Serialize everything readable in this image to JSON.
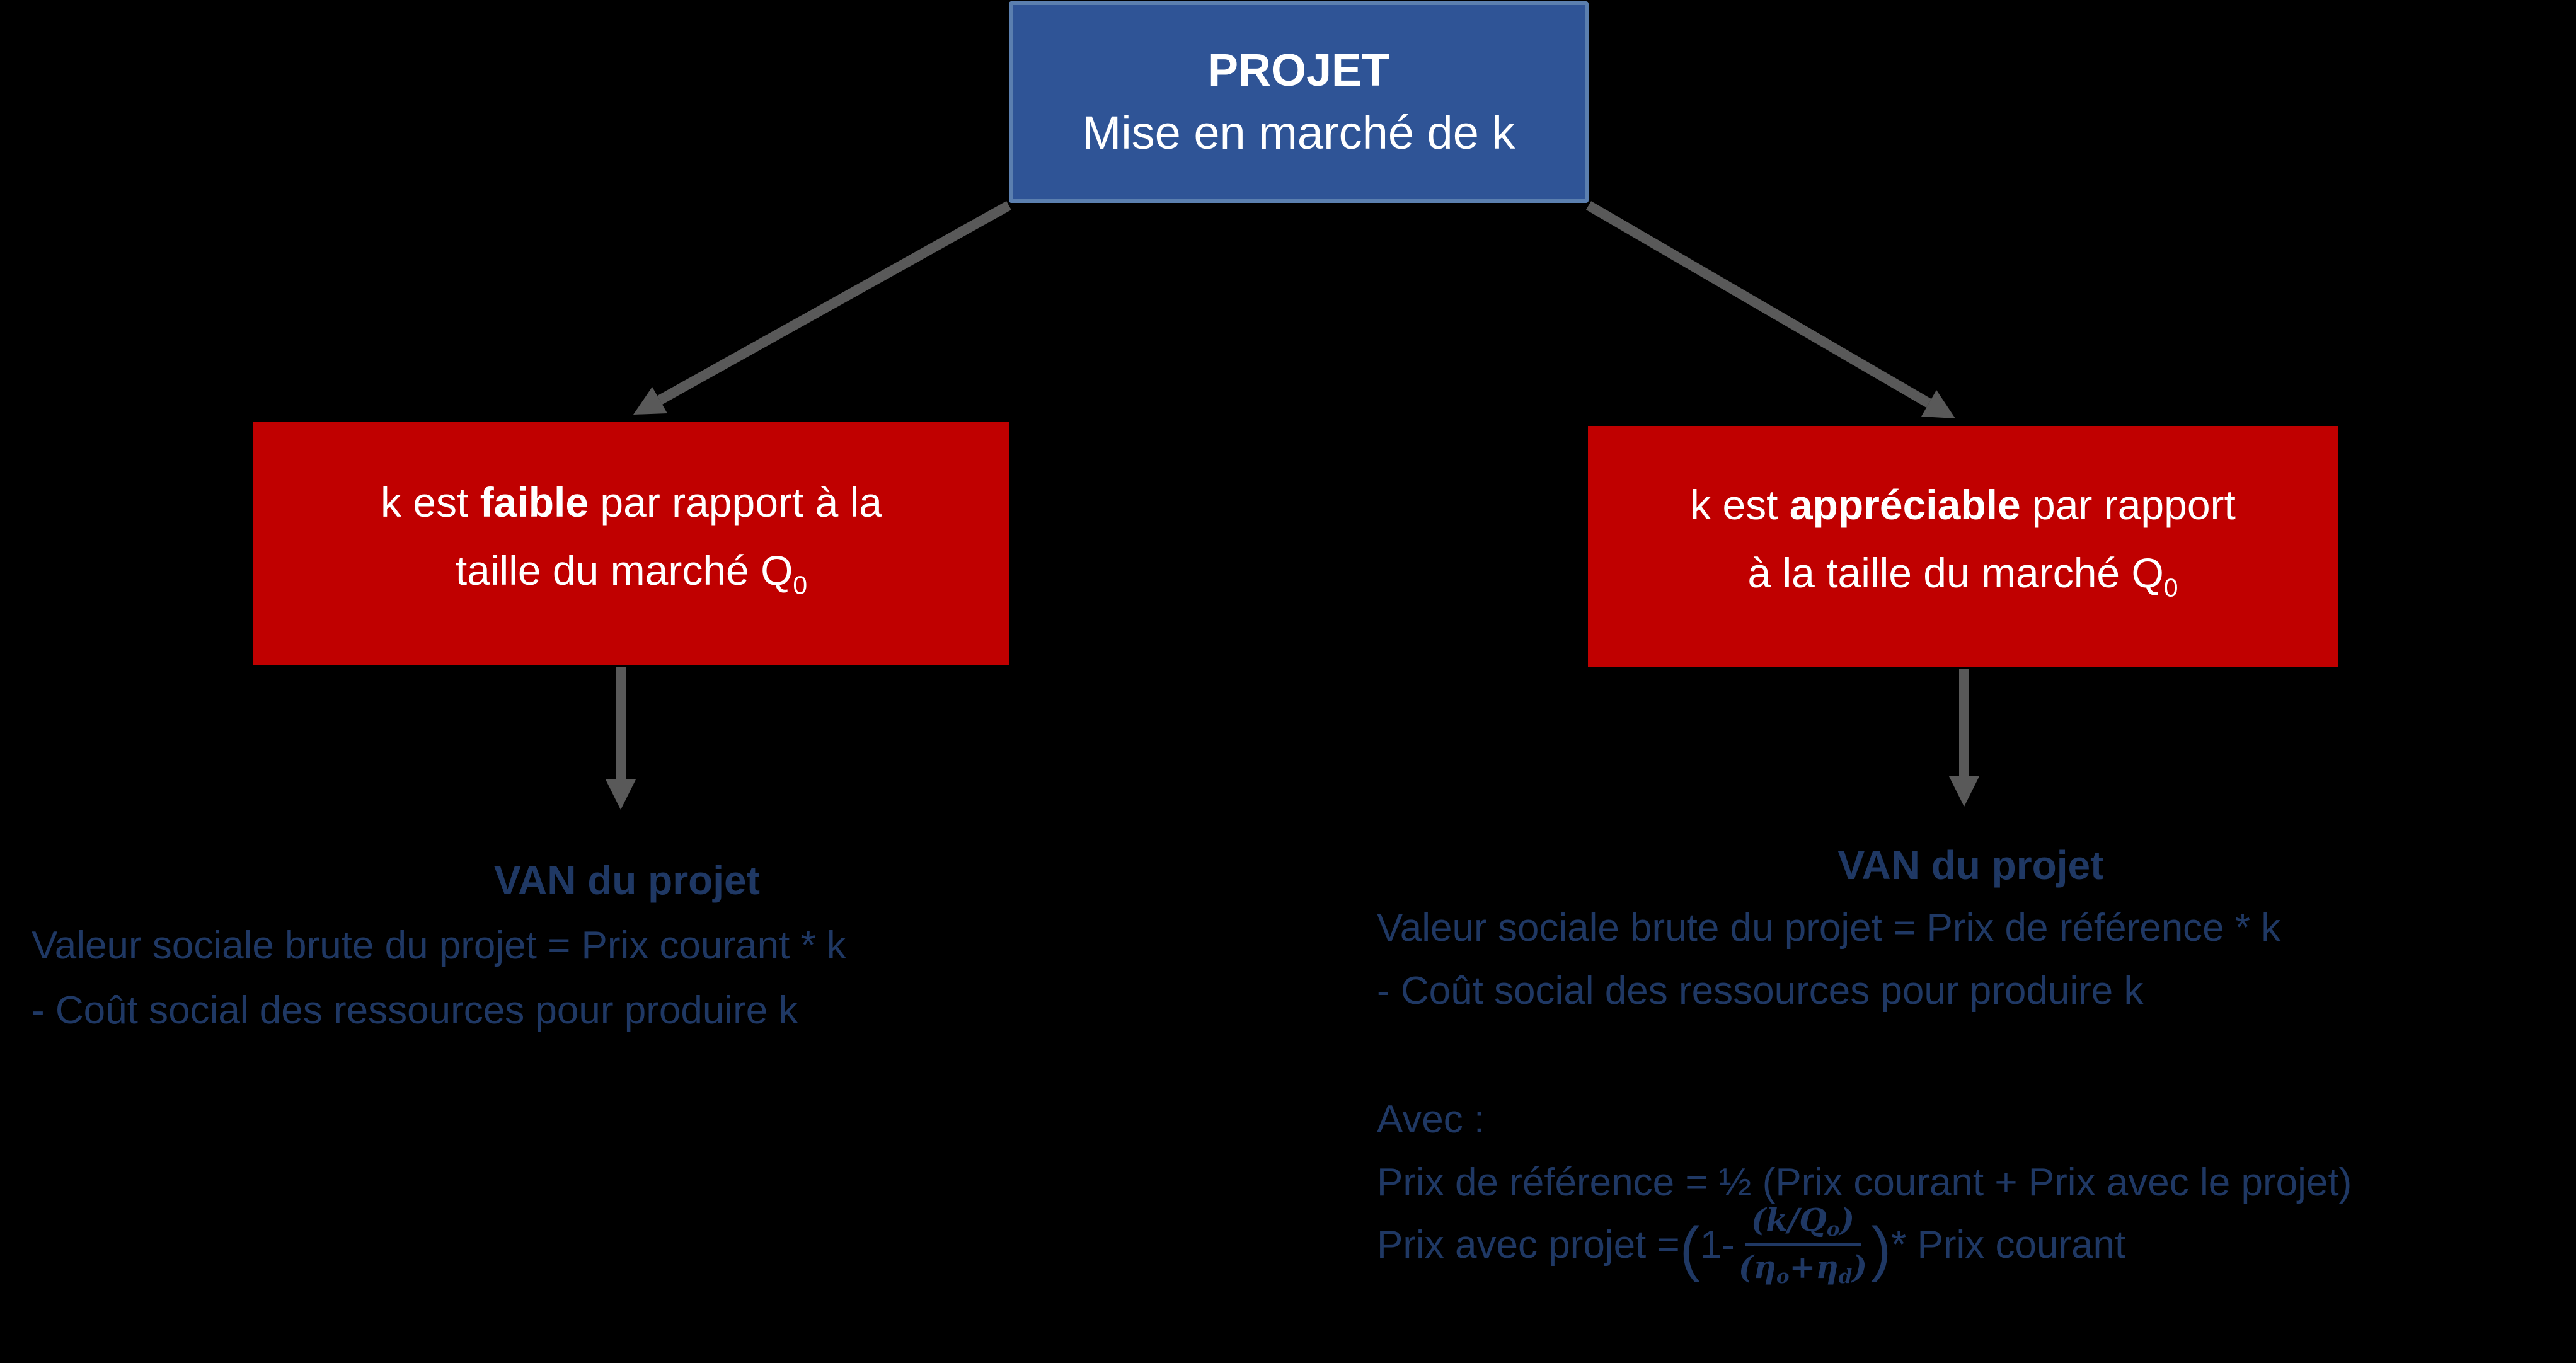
{
  "palette": {
    "background": "#000000",
    "box_blue_fill": "#2F5496",
    "box_blue_border": "#5B7FAF",
    "box_red_fill": "#C00000",
    "text_white": "#FFFFFF",
    "text_dark_blue": "#1F3864",
    "arrow_gray": "#595959"
  },
  "root": {
    "title": "PROJET",
    "subtitle": "Mise en marché de k"
  },
  "left": {
    "condition": {
      "line1_pre": "k est ",
      "line1_bold": "faible",
      "line1_post": " par rapport à la",
      "line2_text": "taille du marché Q",
      "line2_sub": "0"
    },
    "result": {
      "heading": "VAN du projet",
      "line1": "Valeur sociale brute du projet = Prix courant * k",
      "line2": "- Coût social des ressources pour produire k"
    }
  },
  "right": {
    "condition": {
      "line1_pre": "k est ",
      "line1_bold": "appréciable",
      "line1_post": " par rapport",
      "line2_text": "à la taille du marché Q",
      "line2_sub": "0"
    },
    "result": {
      "heading": "VAN du projet",
      "line1": "Valeur sociale brute du projet = Prix de référence * k",
      "line2": "- Coût social des ressources pour produire k",
      "avec_label": "Avec :",
      "reference_price_line": "Prix de référence = ½ (Prix courant + Prix avec le projet)",
      "with_project": {
        "prefix": "Prix avec projet = ",
        "open_paren": "(",
        "one_minus": "1- ",
        "frac_num_main": "(k/Q",
        "frac_num_sub": "o",
        "frac_num_close": ")",
        "frac_den_p1": "(η",
        "frac_den_sub1": "o",
        "frac_den_p2": "+η",
        "frac_den_sub2": "d",
        "frac_den_close": ")",
        "close_paren": ")",
        "suffix": " * Prix courant"
      }
    }
  }
}
